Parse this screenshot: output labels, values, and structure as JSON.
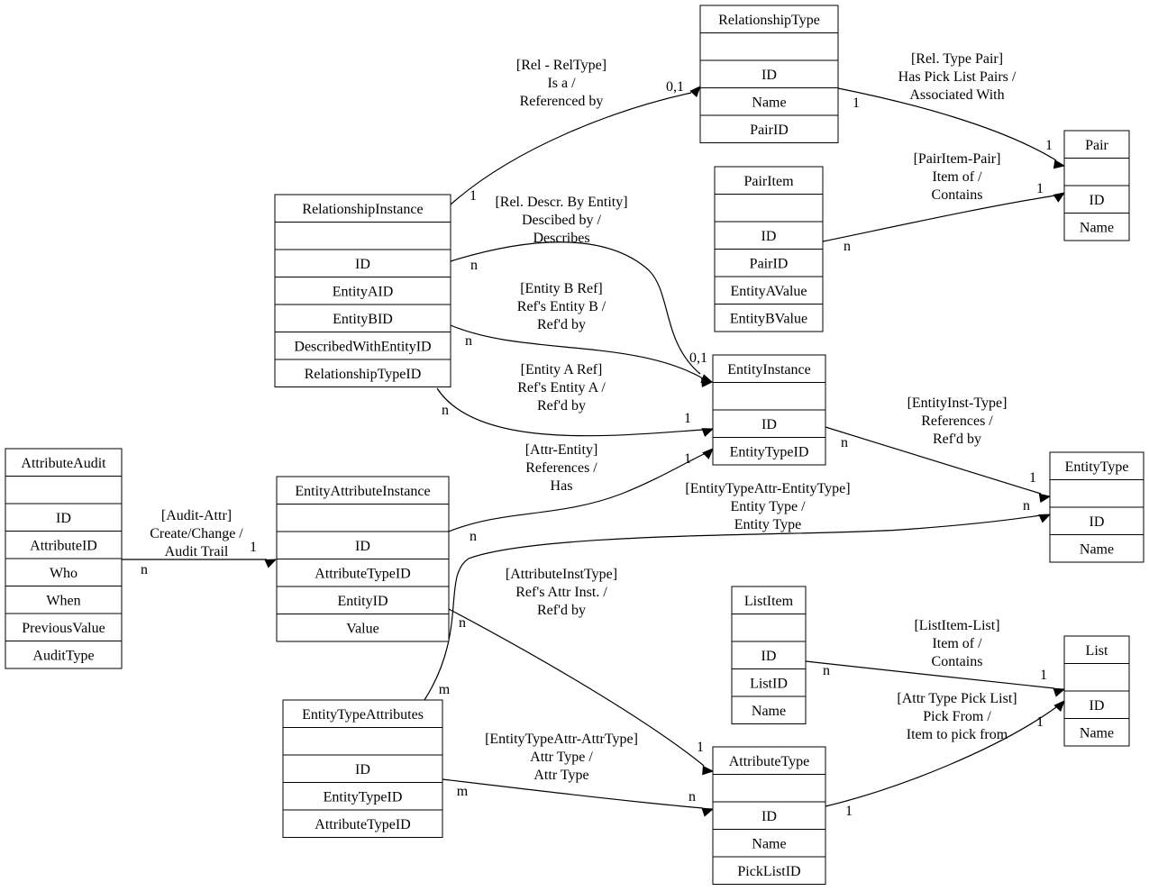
{
  "entities": [
    {
      "id": "RelationshipType",
      "title": "RelationshipType",
      "fields": [
        "",
        "ID",
        "Name",
        "PairID"
      ]
    },
    {
      "id": "Pair",
      "title": "Pair",
      "fields": [
        "",
        "ID",
        "Name"
      ]
    },
    {
      "id": "PairItem",
      "title": "PairItem",
      "fields": [
        "",
        "ID",
        "PairID",
        "EntityAValue",
        "EntityBValue"
      ]
    },
    {
      "id": "RelationshipInstance",
      "title": "RelationshipInstance",
      "fields": [
        "",
        "ID",
        "EntityAID",
        "EntityBID",
        "DescribedWithEntityID",
        "RelationshipTypeID"
      ]
    },
    {
      "id": "EntityInstance",
      "title": "EntityInstance",
      "fields": [
        "",
        "ID",
        "EntityTypeID"
      ]
    },
    {
      "id": "EntityType",
      "title": "EntityType",
      "fields": [
        "",
        "ID",
        "Name"
      ]
    },
    {
      "id": "AttributeAudit",
      "title": "AttributeAudit",
      "fields": [
        "",
        "ID",
        "AttributeID",
        "Who",
        "When",
        "PreviousValue",
        "AuditType"
      ]
    },
    {
      "id": "EntityAttributeInstance",
      "title": "EntityAttributeInstance",
      "fields": [
        "",
        "ID",
        "AttributeTypeID",
        "EntityID",
        "Value"
      ]
    },
    {
      "id": "ListItem",
      "title": "ListItem",
      "fields": [
        "",
        "ID",
        "ListID",
        "Name"
      ]
    },
    {
      "id": "List",
      "title": "List",
      "fields": [
        "",
        "ID",
        "Name"
      ]
    },
    {
      "id": "EntityTypeAttributes",
      "title": "EntityTypeAttributes",
      "fields": [
        "",
        "ID",
        "EntityTypeID",
        "AttributeTypeID"
      ]
    },
    {
      "id": "AttributeType",
      "title": "AttributeType",
      "fields": [
        "",
        "ID",
        "Name",
        "PickListID"
      ]
    }
  ],
  "relationships": [
    {
      "id": "rel-reltype",
      "label": [
        "[Rel - RelType]",
        "Is a /",
        "Referenced by"
      ],
      "tail": "1",
      "head": "0,1"
    },
    {
      "id": "reltype-pair",
      "label": [
        "[Rel. Type Pair]",
        "Has Pick List Pairs /",
        "Associated With"
      ],
      "tail": "1",
      "head": "1"
    },
    {
      "id": "pairitem-pair",
      "label": [
        "[PairItem-Pair]",
        "Item of /",
        "Contains"
      ],
      "tail": "n",
      "head": "1"
    },
    {
      "id": "rel-descr-entity",
      "label": [
        "[Rel. Descr. By Entity]",
        "Descibed by /",
        "Describes"
      ],
      "tail": "n",
      "head": "0,1"
    },
    {
      "id": "entity-b-ref",
      "label": [
        "[Entity B Ref]",
        "Ref's Entity B /",
        "Ref'd by"
      ],
      "tail": "n",
      "head": ""
    },
    {
      "id": "entity-a-ref",
      "label": [
        "[Entity A Ref]",
        "Ref's Entity A /",
        "Ref'd by"
      ],
      "tail": "n",
      "head": "1"
    },
    {
      "id": "entityinst-type",
      "label": [
        "[EntityInst-Type]",
        "References /",
        "Ref'd by"
      ],
      "tail": "n",
      "head": "1"
    },
    {
      "id": "attr-entity",
      "label": [
        "[Attr-Entity]",
        "References /",
        "Has"
      ],
      "tail": "n",
      "head": "1"
    },
    {
      "id": "audit-attr",
      "label": [
        "[Audit-Attr]",
        "Create/Change /",
        "Audit Trail"
      ],
      "tail": "n",
      "head": "1"
    },
    {
      "id": "entitytypeattr-entitytype",
      "label": [
        "[EntityTypeAttr-EntityType]",
        "Entity Type /",
        "Entity Type"
      ],
      "tail": "m",
      "head": "n"
    },
    {
      "id": "attributeinsttype",
      "label": [
        "[AttributeInstType]",
        "Ref's Attr Inst. /",
        "Ref'd by"
      ],
      "tail": "n",
      "head": "1"
    },
    {
      "id": "listitem-list",
      "label": [
        "[ListItem-List]",
        "Item of /",
        "Contains"
      ],
      "tail": "n",
      "head": "1"
    },
    {
      "id": "attr-type-pick-list",
      "label": [
        "[Attr Type Pick List]",
        "Pick From /",
        "Item to pick from"
      ],
      "tail": "1",
      "head": "1"
    },
    {
      "id": "entitytypeattr-attrtype",
      "label": [
        "[EntityTypeAttr-AttrType]",
        "Attr Type /",
        "Attr Type"
      ],
      "tail": "m",
      "head": "n"
    }
  ]
}
